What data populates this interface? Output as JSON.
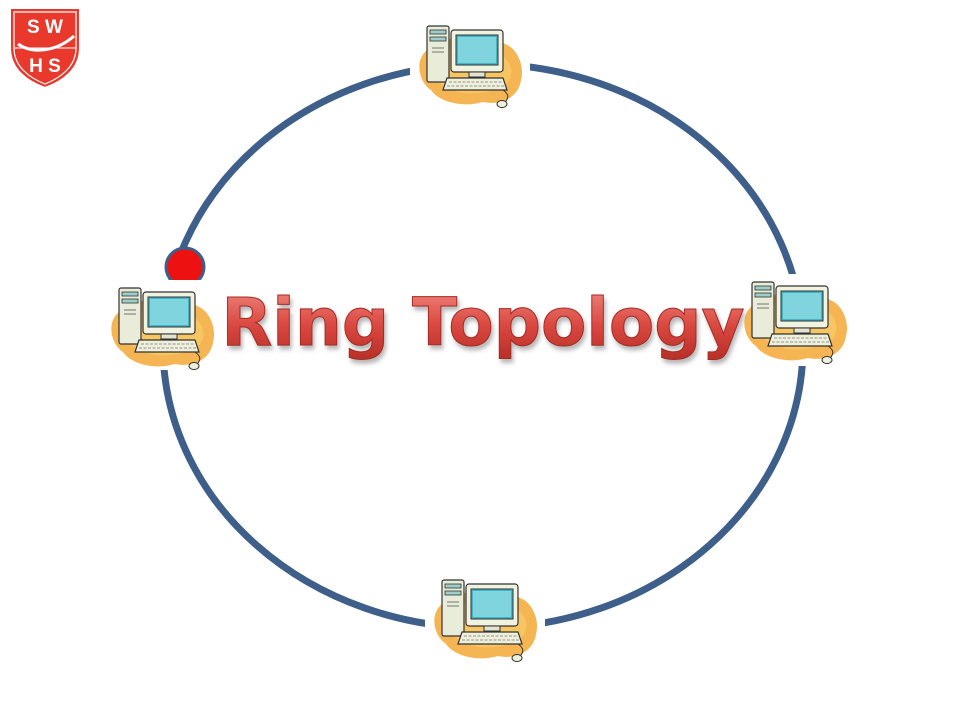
{
  "logo": {
    "line1": "S W",
    "line2": "H S",
    "icon": "school-shield-logo",
    "color": "#e8392c"
  },
  "diagram": {
    "title": "Ring Topology",
    "title_color": "#d9473f",
    "ring_color": "#3e5f8a",
    "token_color": "#ee1111",
    "node_icon": "desktop-computer-icon",
    "nodes": [
      {
        "id": "top"
      },
      {
        "id": "left"
      },
      {
        "id": "right"
      },
      {
        "id": "bottom"
      }
    ]
  }
}
